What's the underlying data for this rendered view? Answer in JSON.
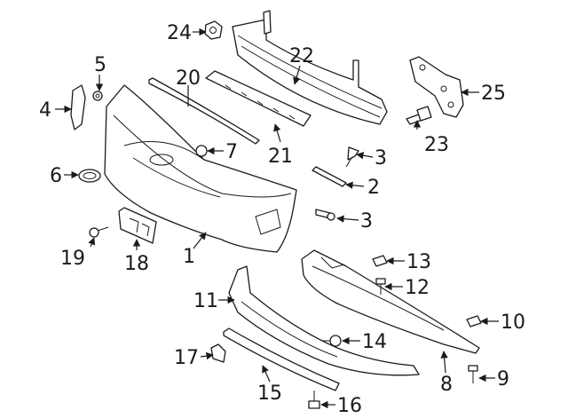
{
  "callouts": [
    {
      "id": "1",
      "label": "1"
    },
    {
      "id": "2",
      "label": "2"
    },
    {
      "id": "3a",
      "label": "3"
    },
    {
      "id": "3b",
      "label": "3"
    },
    {
      "id": "4",
      "label": "4"
    },
    {
      "id": "5",
      "label": "5"
    },
    {
      "id": "6",
      "label": "6"
    },
    {
      "id": "7",
      "label": "7"
    },
    {
      "id": "8",
      "label": "8"
    },
    {
      "id": "9",
      "label": "9"
    },
    {
      "id": "10",
      "label": "10"
    },
    {
      "id": "11",
      "label": "11"
    },
    {
      "id": "12",
      "label": "12"
    },
    {
      "id": "13",
      "label": "13"
    },
    {
      "id": "14",
      "label": "14"
    },
    {
      "id": "15",
      "label": "15"
    },
    {
      "id": "16",
      "label": "16"
    },
    {
      "id": "17",
      "label": "17"
    },
    {
      "id": "18",
      "label": "18"
    },
    {
      "id": "19",
      "label": "19"
    },
    {
      "id": "20",
      "label": "20"
    },
    {
      "id": "21",
      "label": "21"
    },
    {
      "id": "22",
      "label": "22"
    },
    {
      "id": "23",
      "label": "23"
    },
    {
      "id": "24",
      "label": "24"
    },
    {
      "id": "25",
      "label": "25"
    }
  ],
  "colors": {
    "line": "#1a1a1a",
    "background": "#ffffff"
  }
}
